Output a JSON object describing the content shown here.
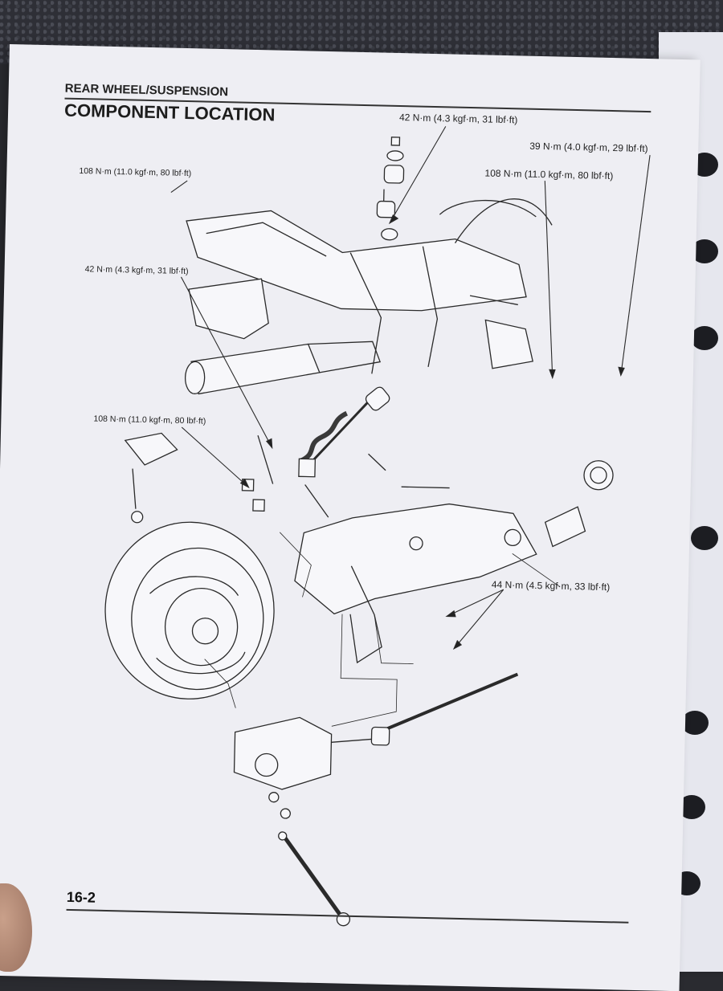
{
  "header": {
    "section_title": "REAR WHEEL/SUSPENSION",
    "page_title": "COMPONENT LOCATION"
  },
  "torque_callouts": [
    {
      "id": "t1",
      "text": "108 N·m (11.0 kgf·m, 80 lbf·ft)"
    },
    {
      "id": "t2",
      "text": "42 N·m (4.3 kgf·m, 31 lbf·ft)"
    },
    {
      "id": "t3",
      "text": "39 N·m (4.0 kgf·m, 29 lbf·ft)"
    },
    {
      "id": "t4",
      "text": "108 N·m (11.0 kgf·m, 80 lbf·ft)"
    },
    {
      "id": "t5",
      "text": "42 N·m (4.3 kgf·m, 31 lbf·ft)"
    },
    {
      "id": "t6",
      "text": "108 N·m (11.0 kgf·m, 80 lbf·ft)"
    },
    {
      "id": "t7",
      "text": "44 N·m (4.5 kgf·m, 33 lbf·ft)"
    }
  ],
  "footer": {
    "page_number": "16-2"
  },
  "colors": {
    "paper": "#eeeef3",
    "ink": "#222222",
    "background": "#2a2b30"
  }
}
